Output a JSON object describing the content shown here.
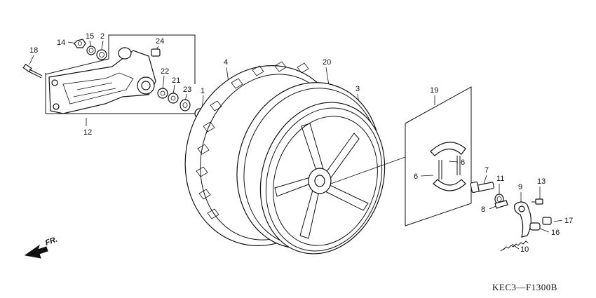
{
  "diagram": {
    "code": "KEC3—F1300B",
    "front_marker": "FR.",
    "callouts": [
      {
        "id": "c1",
        "label": "1"
      },
      {
        "id": "c2",
        "label": "2"
      },
      {
        "id": "c3",
        "label": "3"
      },
      {
        "id": "c4",
        "label": "4"
      },
      {
        "id": "c6a",
        "label": "6"
      },
      {
        "id": "c6b",
        "label": "6"
      },
      {
        "id": "c7",
        "label": "7"
      },
      {
        "id": "c8",
        "label": "8"
      },
      {
        "id": "c9",
        "label": "9"
      },
      {
        "id": "c10",
        "label": "10"
      },
      {
        "id": "c11",
        "label": "11"
      },
      {
        "id": "c12",
        "label": "12"
      },
      {
        "id": "c13",
        "label": "13"
      },
      {
        "id": "c14",
        "label": "14"
      },
      {
        "id": "c15",
        "label": "15"
      },
      {
        "id": "c16",
        "label": "16"
      },
      {
        "id": "c17",
        "label": "17"
      },
      {
        "id": "c18",
        "label": "18"
      },
      {
        "id": "c19",
        "label": "19"
      },
      {
        "id": "c20",
        "label": "20"
      },
      {
        "id": "c21",
        "label": "21"
      },
      {
        "id": "c22",
        "label": "22"
      },
      {
        "id": "c23",
        "label": "23"
      },
      {
        "id": "c24",
        "label": "24"
      }
    ]
  }
}
